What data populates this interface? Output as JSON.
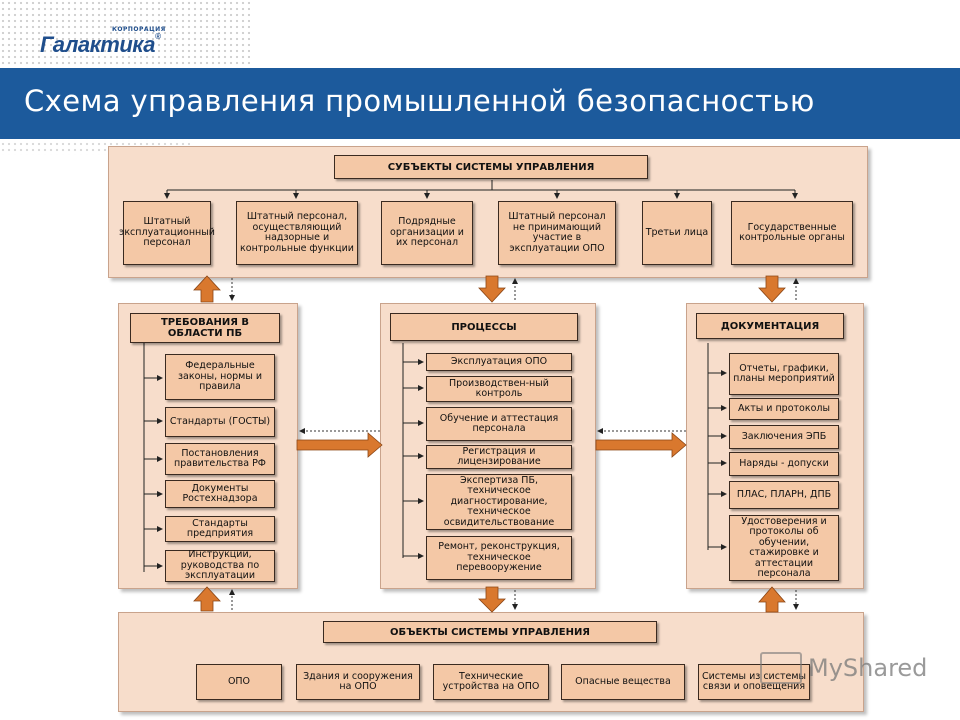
{
  "header": {
    "logo_corp": "КОРПОРАЦИЯ",
    "logo_name": "Галактика",
    "logo_reg": "®",
    "title": "Схема управления промышленной безопасностью"
  },
  "subjects": {
    "heading": "СУБЪЕКТЫ СИСТЕМЫ УПРАВЛЕНИЯ",
    "items": [
      "Штатный эксплуатационный персонал",
      "Штатный персонал, осуществляющий надзорные и контрольные функции",
      "Подрядные организации и их персонал",
      "Штатный персонал не принимающий участие в эксплуатации ОПО",
      "Третьи лица",
      "Государственные контрольные органы"
    ]
  },
  "requirements": {
    "heading": "ТРЕБОВАНИЯ В ОБЛАСТИ ПБ",
    "items": [
      "Федеральные законы, нормы и правила",
      "Стандарты (ГОСТЫ)",
      "Постановления правительства РФ",
      "Документы Ростехнадзора",
      "Стандарты предприятия",
      "Инструкции, руководства по эксплуатации"
    ]
  },
  "processes": {
    "heading": "ПРОЦЕССЫ",
    "items": [
      "Эксплуатация ОПО",
      "Производствен-ный контроль",
      "Обучение и аттестация персонала",
      "Регистрация и лицензирование",
      "Экспертиза ПБ, техническое диагностирование, техническое освидительствование",
      "Ремонт, реконструкция, техническое перевооружение"
    ]
  },
  "documentation": {
    "heading": "ДОКУМЕНТАЦИЯ",
    "items": [
      "Отчеты, графики, планы мероприятий",
      "Акты и протоколы",
      "Заключения ЭПБ",
      "Наряды - допуски",
      "ПЛАС, ПЛАРН, ДПБ",
      "Удостоверения и протоколы об обучении, стажировке и аттестации персонала"
    ]
  },
  "objects": {
    "heading": "ОБЪЕКТЫ СИСТЕМЫ УПРАВЛЕНИЯ",
    "items": [
      "ОПО",
      "Здания и сооружения на ОПО",
      "Технические устройства на ОПО",
      "Опасные вещества",
      "Системы из системы связи и оповещения"
    ]
  },
  "watermark": {
    "text": "MyShared"
  },
  "colors": {
    "banner": "#1c5a9c",
    "panel": "#f7ddcb",
    "box": "#f4c8a6",
    "arrow": "#d9782e"
  }
}
